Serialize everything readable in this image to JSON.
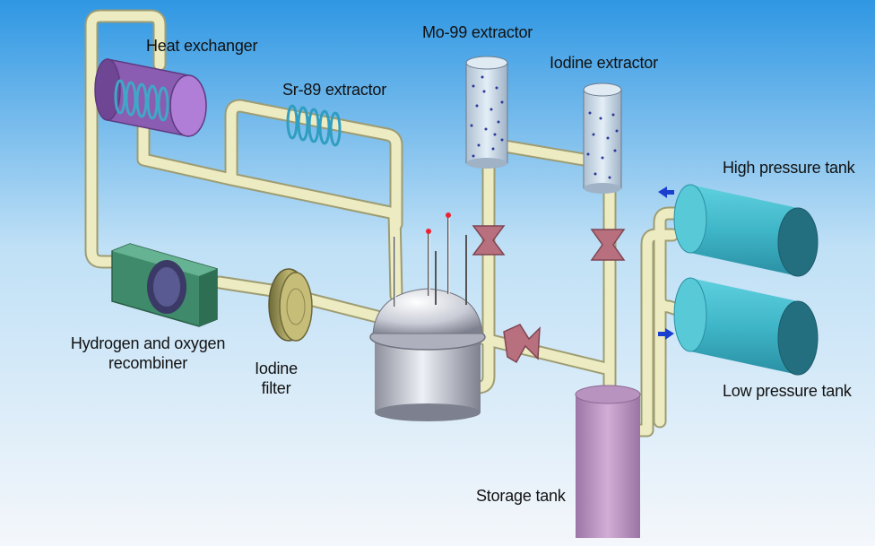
{
  "labels": {
    "heat_exchanger": "Heat exchanger",
    "sr89_extractor": "Sr-89 extractor",
    "mo99_extractor": "Mo-99 extractor",
    "iodine_extractor": "Iodine extractor",
    "high_pressure_tank": "High pressure tank",
    "low_pressure_tank": "Low pressure tank",
    "recombiner_line1": "Hydrogen and oxygen",
    "recombiner_line2": "recombiner",
    "iodine_filter_line1": "Iodine",
    "iodine_filter_line2": "filter",
    "storage_tank": "Storage tank"
  },
  "colors": {
    "sky_top": "#2f97e3",
    "sky_bottom": "#f4f7fb",
    "pipe": "#ecebc2",
    "pipe_edge": "#a6a47a",
    "heat_exchanger": "#9a6bc0",
    "coil": "#3fa8c8",
    "recombiner": "#4f9a78",
    "valve": "#b8707e",
    "tank": "#3fb6c8",
    "storage": "#c29ac6",
    "reactor": "#c9ccd6",
    "extractor": "#c9dbe8",
    "arrow": "#1a3fd0"
  }
}
